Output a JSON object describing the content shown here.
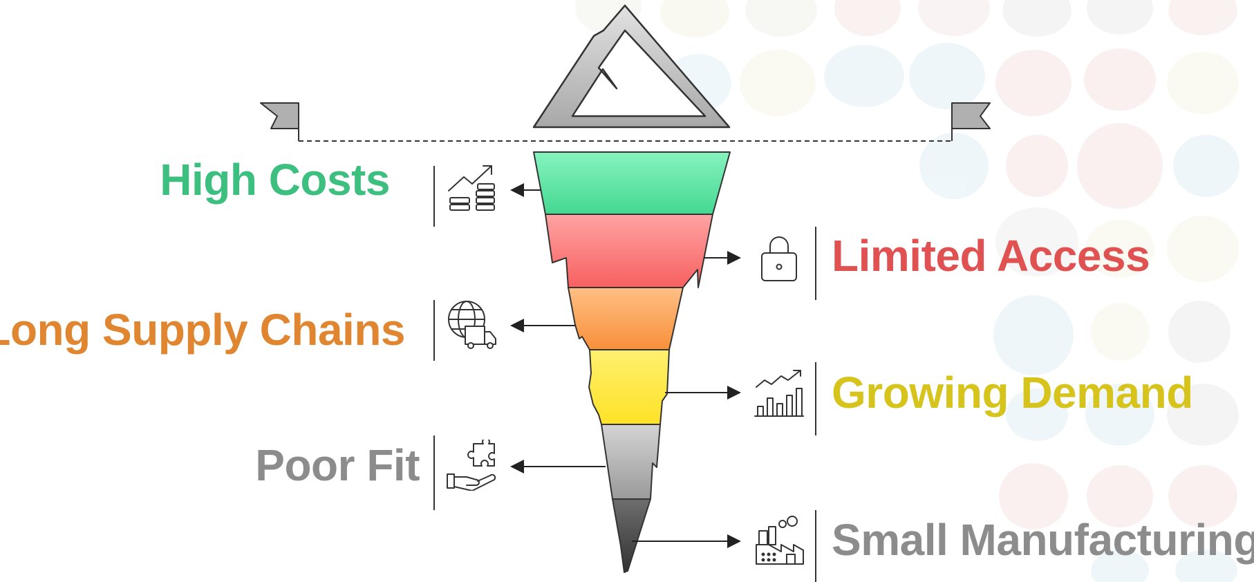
{
  "diagram": {
    "layers": [
      {
        "label": "High Costs",
        "side": "left",
        "color": "#3dbf80",
        "icon": "coins-growth-icon"
      },
      {
        "label": "Limited Access",
        "side": "right",
        "color": "#e05252",
        "icon": "padlock-icon"
      },
      {
        "label": "Long Supply Chains",
        "side": "left",
        "color": "#e08530",
        "icon": "globe-truck-icon"
      },
      {
        "label": "Growing Demand",
        "side": "right",
        "color": "#d6c41c",
        "icon": "bar-chart-growth-icon"
      },
      {
        "label": "Poor Fit",
        "side": "left",
        "color": "#8c8c8c",
        "icon": "puzzle-hand-icon"
      },
      {
        "label": "Small Manufacturing",
        "side": "right",
        "color": "#8c8c8c",
        "icon": "factory-icon"
      }
    ],
    "summit_icon": "mountain-peak-icon",
    "flag_icon": "banner-flag-icon"
  }
}
